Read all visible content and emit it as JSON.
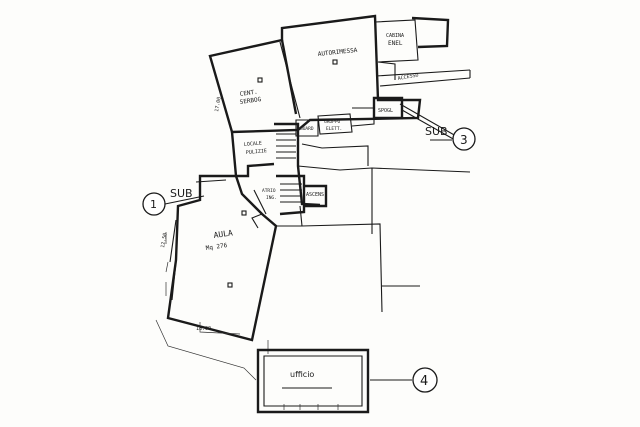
{
  "rooms": {
    "centrale": {
      "line1": "CENT.",
      "line2": "SERBOG"
    },
    "autorimessa": "AUTORIMESSA",
    "cabina": {
      "line1": "CABINA",
      "line2": "ENEL"
    },
    "accesso": "ACCESSO",
    "guardaroba": "GUARD",
    "gruppo": {
      "line1": "GRUPPO",
      "line2": "ELETT."
    },
    "spogl": "SPOGL",
    "locale": {
      "line1": "LOCALE",
      "line2": "PULIZIE"
    },
    "atrio": {
      "line1": "ATRIO",
      "line2": "ING."
    },
    "ascensore": "ASCENS.",
    "aula": {
      "line1": "AULA",
      "line2": "Mq 276"
    },
    "ufficio": "ufficio"
  },
  "subs": [
    {
      "prefix": "SUB",
      "number": "1"
    },
    {
      "prefix": "SUB",
      "number": "3"
    },
    {
      "number": "4"
    }
  ],
  "dimensions": {
    "d1": "17.00",
    "d2": "12.50",
    "d3": "18.00"
  }
}
